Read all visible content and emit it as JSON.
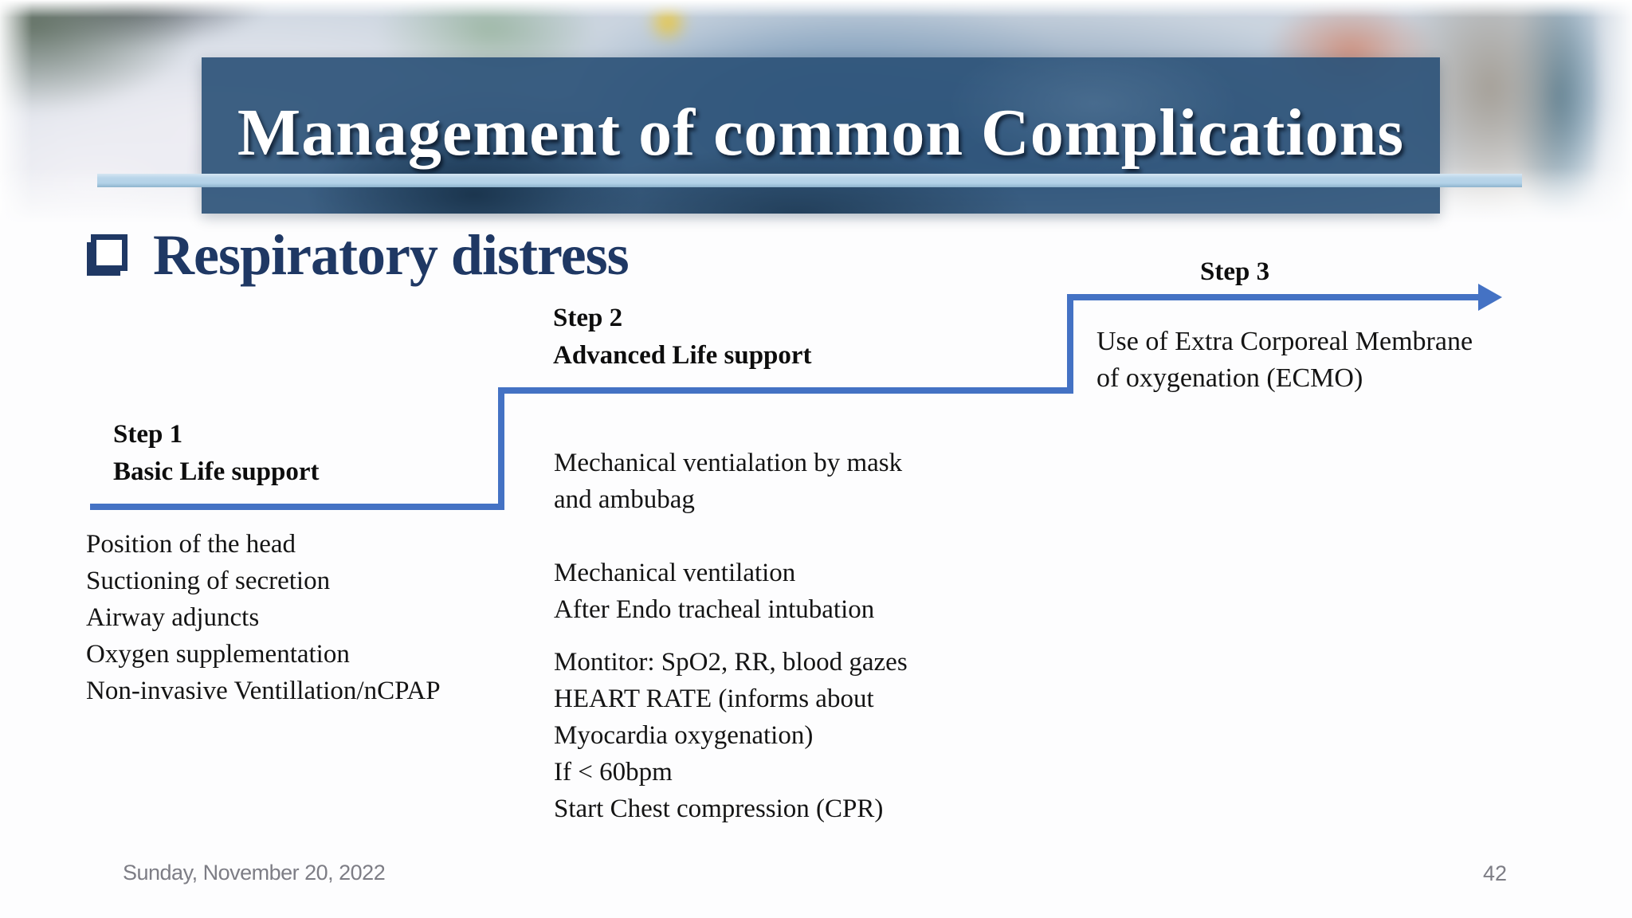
{
  "slide": {
    "title": "Management of common Complications",
    "heading": "Respiratory distress",
    "footer_date": "Sunday, November 20, 2022",
    "page_number": "42"
  },
  "diagram": {
    "type": "staircase-steps",
    "steps": [
      {
        "label": "Step 1",
        "sublabel": "Basic Life support",
        "items": [
          "Position of the head",
          "Suctioning of secretion",
          "Airway adjuncts",
          "Oxygen supplementation",
          "Non-invasive Ventillation/nCPAP"
        ]
      },
      {
        "label": "Step 2",
        "sublabel": "Advanced Life support",
        "blocks": [
          [
            "Mechanical ventialation by mask",
            "and ambubag"
          ],
          [
            "Mechanical ventilation",
            "After Endo tracheal intubation"
          ],
          [
            "Montitor: SpO2, RR, blood gazes",
            "HEART RATE (informs about",
            "Myocardia oxygenation)",
            "If < 60bpm",
            "Start Chest compression (CPR)"
          ]
        ]
      },
      {
        "label": "Step 3",
        "lines": [
          "Use of Extra Corporeal Membrane",
          "of oxygenation (ECMO)"
        ]
      }
    ]
  },
  "colors": {
    "accent_blue": "#4472c4",
    "title_box_blue": "#2d5278",
    "accent_bar_light_blue": "#bad6ea",
    "heading_navy": "#1f3864",
    "body_text": "#141414",
    "footer_gray": "#7d7d85",
    "title_text": "#ffffff"
  }
}
